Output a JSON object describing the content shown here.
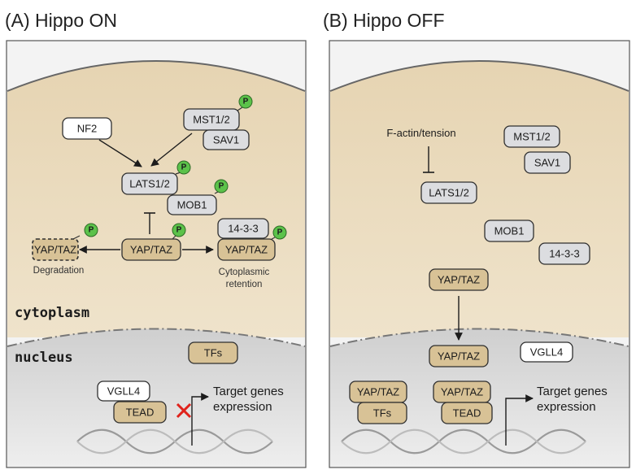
{
  "panelA": {
    "title": "(A) Hippo ON",
    "labels": {
      "nf2": "NF2",
      "mst": "MST1/2",
      "sav": "SAV1",
      "lats": "LATS1/2",
      "mob": "MOB1",
      "yap_deg": "YAP/TAZ",
      "yap_mid": "YAP/TAZ",
      "yap_ret": "YAP/TAZ",
      "prot1433": "14-3-3",
      "degradation": "Degradation",
      "cyto_ret_1": "Cytoplasmic",
      "cyto_ret_2": "retention",
      "tfs": "TFs",
      "vgll4": "VGLL4",
      "tead": "TEAD",
      "target_1": "Target genes",
      "target_2": "expression"
    },
    "cytoplasm": "cytoplasm",
    "nucleus": "nucleus",
    "phospho": "P"
  },
  "panelB": {
    "title": "(B) Hippo OFF",
    "labels": {
      "factin": "F-actin/tension",
      "lats": "LATS1/2",
      "mst": "MST1/2",
      "sav": "SAV1",
      "mob": "MOB1",
      "prot1433": "14-3-3",
      "yap_cyto": "YAP/TAZ",
      "yap_nuc": "YAP/TAZ",
      "vgll4": "VGLL4",
      "yap_tf": "YAP/TAZ",
      "tfs": "TFs",
      "yap_tead": "YAP/TAZ",
      "tead": "TEAD",
      "target_1": "Target genes",
      "target_2": "expression"
    }
  },
  "colors": {
    "cytoplasm": "#ebdcc0",
    "nucleus": "#d9d9d9",
    "yap": "#d8c296",
    "phospho": "#5cc24a",
    "block": "#e0221b"
  }
}
